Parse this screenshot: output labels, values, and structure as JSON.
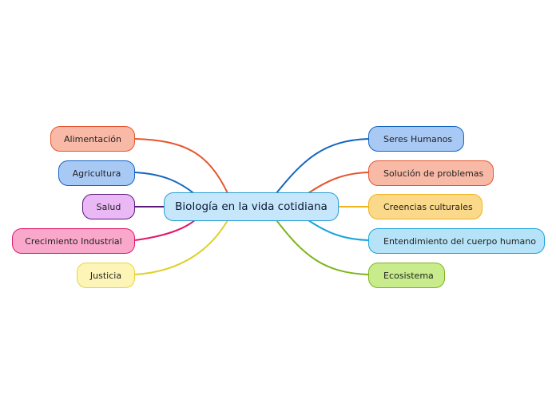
{
  "center": {
    "label": "Biología en la vida cotidiana"
  },
  "left_branches": [
    {
      "label": "Alimentación",
      "line": "#e4572e",
      "fill": "#f8b9a6",
      "border": "#e4572e"
    },
    {
      "label": "Agricultura",
      "line": "#1565c0",
      "fill": "#a9c9f5",
      "border": "#1565c0"
    },
    {
      "label": "Salud",
      "line": "#5b1a7a",
      "fill": "#e9b8f5",
      "border": "#5b1a7a"
    },
    {
      "label": "Crecimiento Industrial",
      "line": "#e0196b",
      "fill": "#f9a8cc",
      "border": "#e0196b"
    },
    {
      "label": "Justicia",
      "line": "#e0d02a",
      "fill": "#fdf5b8",
      "border": "#e6d43a"
    }
  ],
  "right_branches": [
    {
      "label": "Seres Humanos",
      "line": "#1565c0",
      "fill": "#a9c9f5",
      "border": "#1565c0"
    },
    {
      "label": "Solución de problemas",
      "line": "#e4572e",
      "fill": "#f8b9a6",
      "border": "#e4572e"
    },
    {
      "label": "Creencias culturales",
      "line": "#f2b21a",
      "fill": "#fbd98a",
      "border": "#f2b21a"
    },
    {
      "label": "Entendimiento del cuerpo humano",
      "line": "#1aa3df",
      "fill": "#b6e3f7",
      "border": "#1aa3df"
    },
    {
      "label": "Ecosistema",
      "line": "#7cb518",
      "fill": "#c8ec8c",
      "border": "#7cb518"
    }
  ]
}
